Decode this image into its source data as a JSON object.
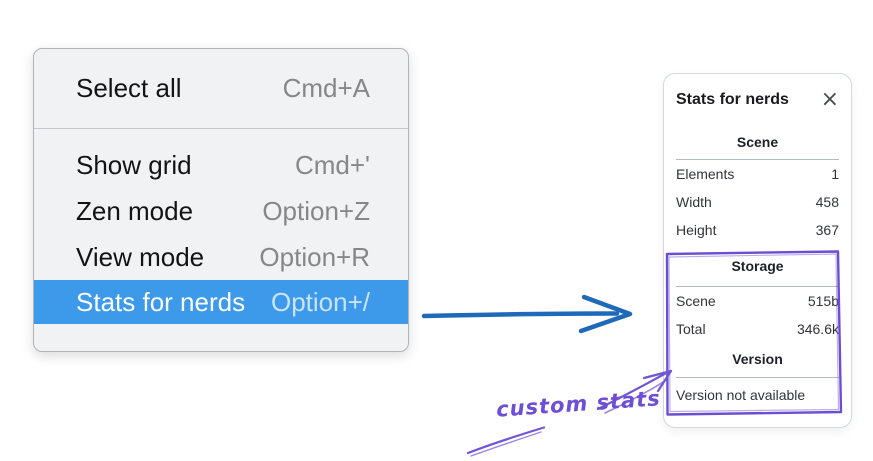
{
  "context_menu": {
    "items": [
      {
        "label": "Select all",
        "shortcut": "Cmd+A"
      },
      {
        "label": "Show grid",
        "shortcut": "Cmd+'"
      },
      {
        "label": "Zen mode",
        "shortcut": "Option+Z"
      },
      {
        "label": "View mode",
        "shortcut": "Option+R"
      },
      {
        "label": "Stats for nerds",
        "shortcut": "Option+/"
      }
    ],
    "highlight_color": "#3d99ea"
  },
  "stats_panel": {
    "title": "Stats for nerds",
    "close_icon": "×",
    "scene_section": {
      "header": "Scene",
      "rows": [
        {
          "label": "Elements",
          "value": "1"
        },
        {
          "label": "Width",
          "value": "458"
        },
        {
          "label": "Height",
          "value": "367"
        }
      ]
    },
    "storage_section": {
      "header": "Storage",
      "rows": [
        {
          "label": "Scene",
          "value": "515b"
        },
        {
          "label": "Total",
          "value": "346.6k"
        }
      ]
    },
    "version_section": {
      "header": "Version",
      "note": "Version not available"
    }
  },
  "annotation": {
    "label": "custom stats",
    "color": "#6d4ed4",
    "box_color": "#6c4fd0"
  },
  "flow_arrow": {
    "color": "#1e6ab8"
  }
}
